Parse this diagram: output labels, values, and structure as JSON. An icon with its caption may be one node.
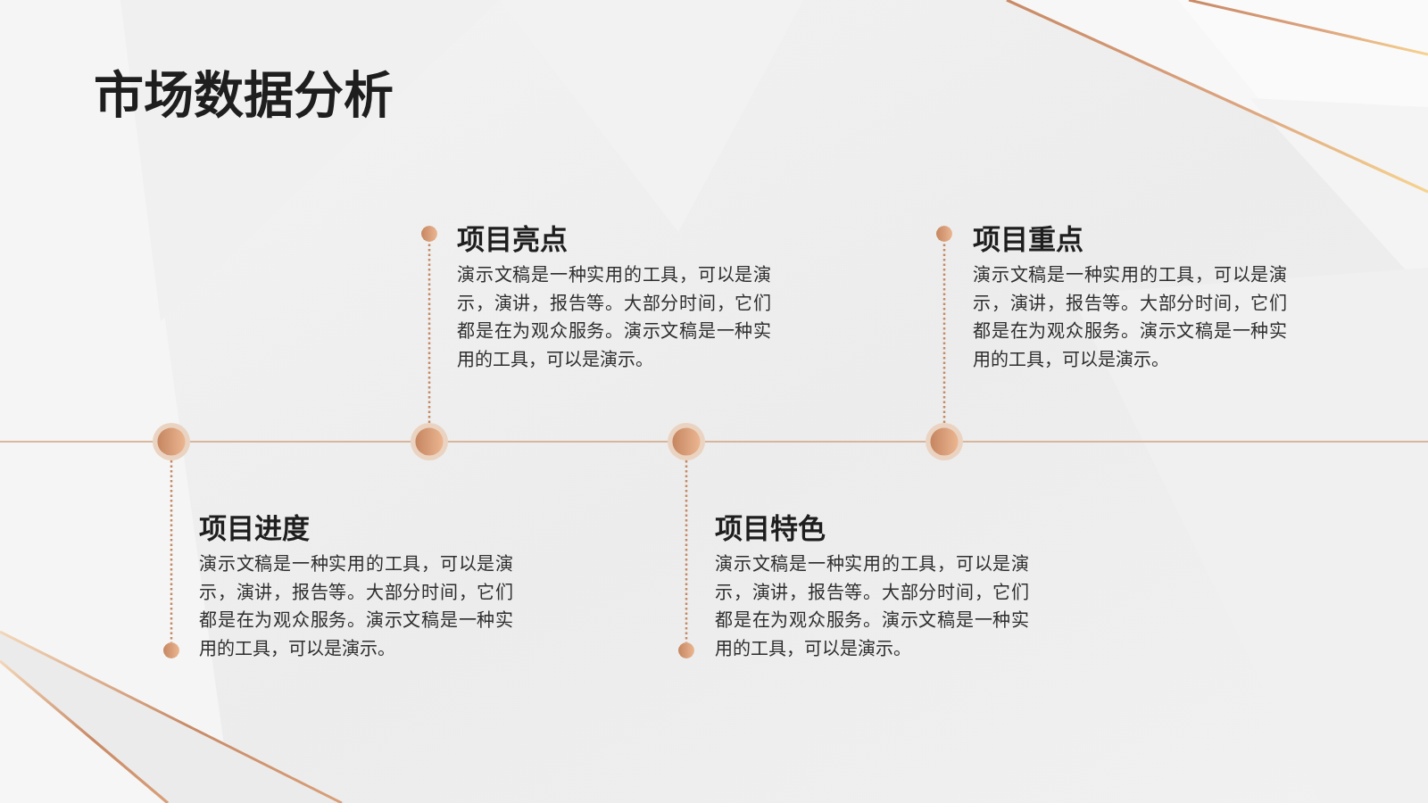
{
  "diagram": {
    "title": "市场数据分析",
    "nodes": [
      {
        "text": [],
        "shape": "circle"
      },
      {
        "text": [],
        "shape": "circle"
      },
      {
        "text": [],
        "shape": "circle"
      },
      {
        "text": [],
        "shape": "circle"
      },
      {
        "text": [],
        "shape": "circle",
        "beside": [
          "项目进度",
          "演示文稿是一种实用的工具，可以是演示，演讲，报告等。大部分时间，它们都是在为观众服务。演示文稿是一种实用的工具，可以是演示。"
        ]
      },
      {
        "text": [],
        "shape": "circle",
        "beside": [
          "项目亮点",
          "演示文稿是一种实用的工具，可以是演示，演讲，报告等。大部分时间，它们都是在为观众服务。演示文稿是一种实用的工具，可以是演示。"
        ]
      },
      {
        "text": [],
        "shape": "circle",
        "beside": [
          "项目特色",
          "演示文稿是一种实用的工具，可以是演示，演讲，报告等。大部分时间，它们都是在为观众服务。演示文稿是一种实用的工具，可以是演示。"
        ]
      },
      {
        "text": [],
        "shape": "circle",
        "beside": [
          "项目重点",
          "演示文稿是一种实用的工具，可以是演示，演讲，报告等。大部分时间，它们都是在为观众服务。演示文稿是一种实用的工具，可以是演示。"
        ]
      }
    ],
    "edges": [
      {
        "from": 0,
        "to": 4,
        "arrow": "none",
        "style": "dashed"
      },
      {
        "from": 1,
        "to": 5,
        "arrow": "none",
        "style": "dashed"
      },
      {
        "from": 2,
        "to": 6,
        "arrow": "none",
        "style": "dashed"
      },
      {
        "from": 3,
        "to": 7,
        "arrow": "none",
        "style": "dashed"
      }
    ]
  }
}
